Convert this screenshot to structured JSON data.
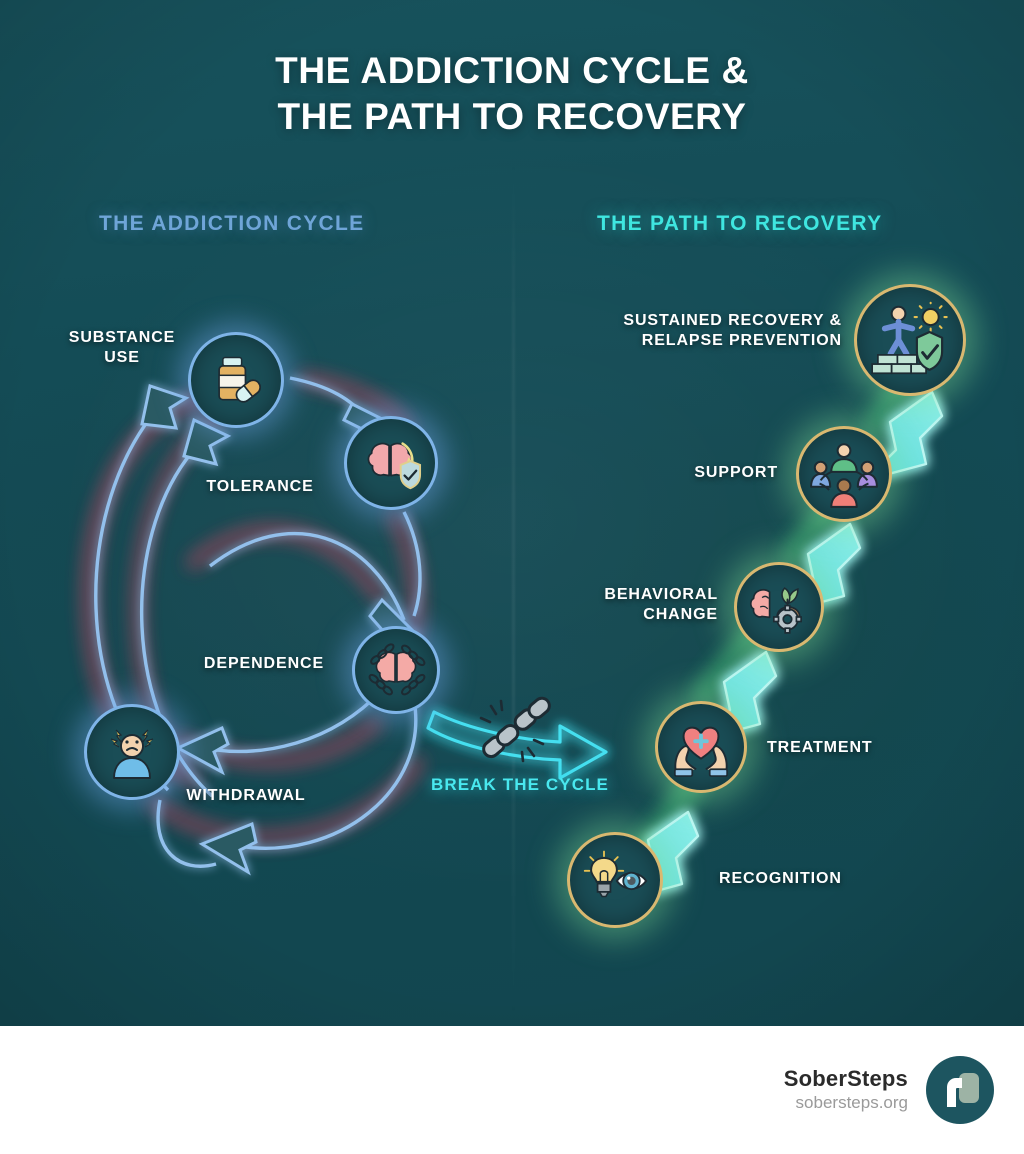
{
  "title": {
    "line1": "THE ADDICTION CYCLE &",
    "line2": "THE PATH TO RECOVERY"
  },
  "sections": {
    "left_heading": "THE ADDICTION CYCLE",
    "right_heading": "THE PATH TO RECOVERY"
  },
  "addiction_cycle": {
    "nodes": [
      {
        "label": "SUBSTANCE\nUSE",
        "icon": "pill-bottle-icon"
      },
      {
        "label": "TOLERANCE",
        "icon": "brain-shield-icon"
      },
      {
        "label": "DEPENDENCE",
        "icon": "chained-brain-icon"
      },
      {
        "label": "WITHDRAWAL",
        "icon": "distressed-person-icon"
      }
    ]
  },
  "transition": {
    "label": "BREAK THE CYCLE",
    "icon": "broken-chain-icon"
  },
  "recovery_path": {
    "nodes": [
      {
        "label": "RECOGNITION",
        "icon": "lightbulb-eye-icon"
      },
      {
        "label": "TREATMENT",
        "icon": "hands-heart-icon"
      },
      {
        "label": "BEHAVIORAL\nCHANGE",
        "icon": "brain-plant-gear-icon"
      },
      {
        "label": "SUPPORT",
        "icon": "people-circle-icon"
      },
      {
        "label": "SUSTAINED RECOVERY &\nRELAPSE PREVENTION",
        "icon": "person-bricks-shield-icon"
      }
    ]
  },
  "footer": {
    "brand_name": "SoberSteps",
    "brand_url": "sobersteps.org",
    "logo_icon": "sobersteps-logo-icon"
  },
  "colors": {
    "background": "#134a54",
    "panel_deep": "#12464f",
    "left_accent": "#6fa5d8",
    "right_accent": "#3fe6e0",
    "cycle_arrow": "#8fbce8",
    "cycle_glow": "#c0506a",
    "recovery_arrow": "#5fe3e6",
    "recovery_glow": "#5fd88a",
    "node_ring_blue": "#7fb4e8",
    "node_ring_gold": "#d9b870",
    "footer_bg": "#ffffff",
    "brand_text": "#2b2b2b",
    "brand_url_text": "#9a9a9a",
    "logo_bg": "#1d5560"
  }
}
